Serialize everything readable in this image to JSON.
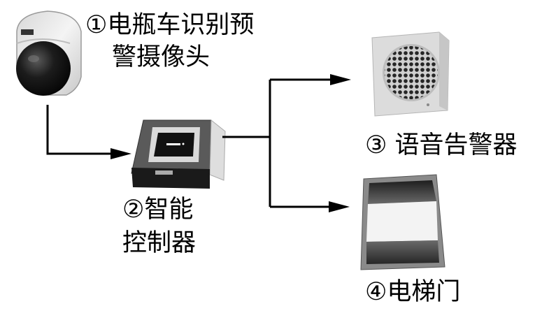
{
  "diagram": {
    "camera": {
      "label_line1": "①电瓶车识别预",
      "label_line2": "警摄像头",
      "icon": "dome-camera-icon"
    },
    "controller": {
      "label_line1": "②智能",
      "label_line2": "控制器",
      "icon": "controller-device-icon"
    },
    "alarm": {
      "label": "③ 语音告警器",
      "icon": "speaker-icon"
    },
    "door": {
      "label": "④电梯门",
      "icon": "elevator-door-icon"
    }
  },
  "colors": {
    "line": "#000000",
    "text": "#000000",
    "background": "#ffffff"
  }
}
